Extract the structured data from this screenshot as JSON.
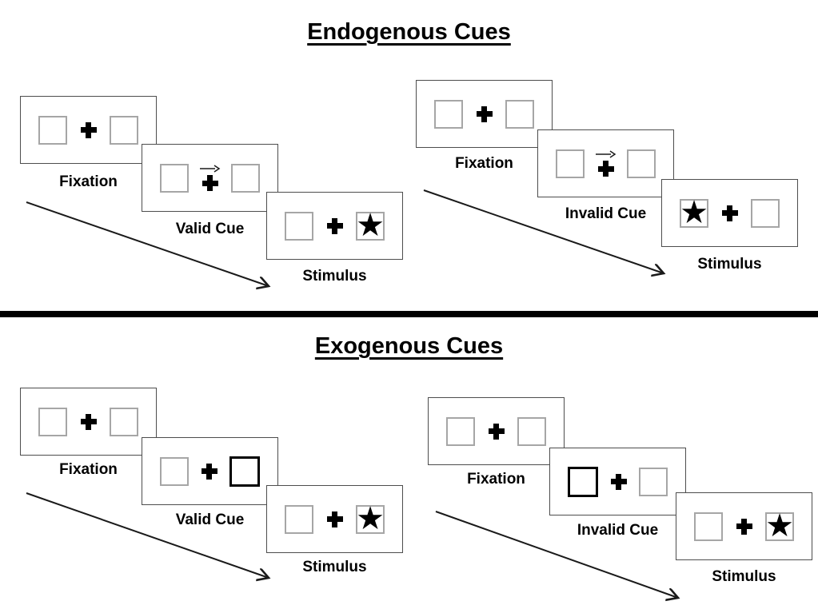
{
  "titles": {
    "endogenous": "Endogenous Cues",
    "exogenous": "Exogenous Cues"
  },
  "endogenous": {
    "valid": {
      "fixation_label": "Fixation",
      "cue_label": "Valid Cue",
      "stimulus_label": "Stimulus"
    },
    "invalid": {
      "fixation_label": "Fixation",
      "cue_label": "Invalid Cue",
      "stimulus_label": "Stimulus"
    }
  },
  "exogenous": {
    "valid": {
      "fixation_label": "Fixation",
      "cue_label": "Valid Cue",
      "stimulus_label": "Stimulus"
    },
    "invalid": {
      "fixation_label": "Fixation",
      "cue_label": "Invalid Cue",
      "stimulus_label": "Stimulus"
    }
  },
  "glyphs": {
    "star": "★"
  },
  "colors": {
    "panel_border": "#4d4d4d",
    "box_border": "#a6a6a6",
    "highlight_border": "#000000",
    "divider": "#000000",
    "ink": "#000000"
  }
}
